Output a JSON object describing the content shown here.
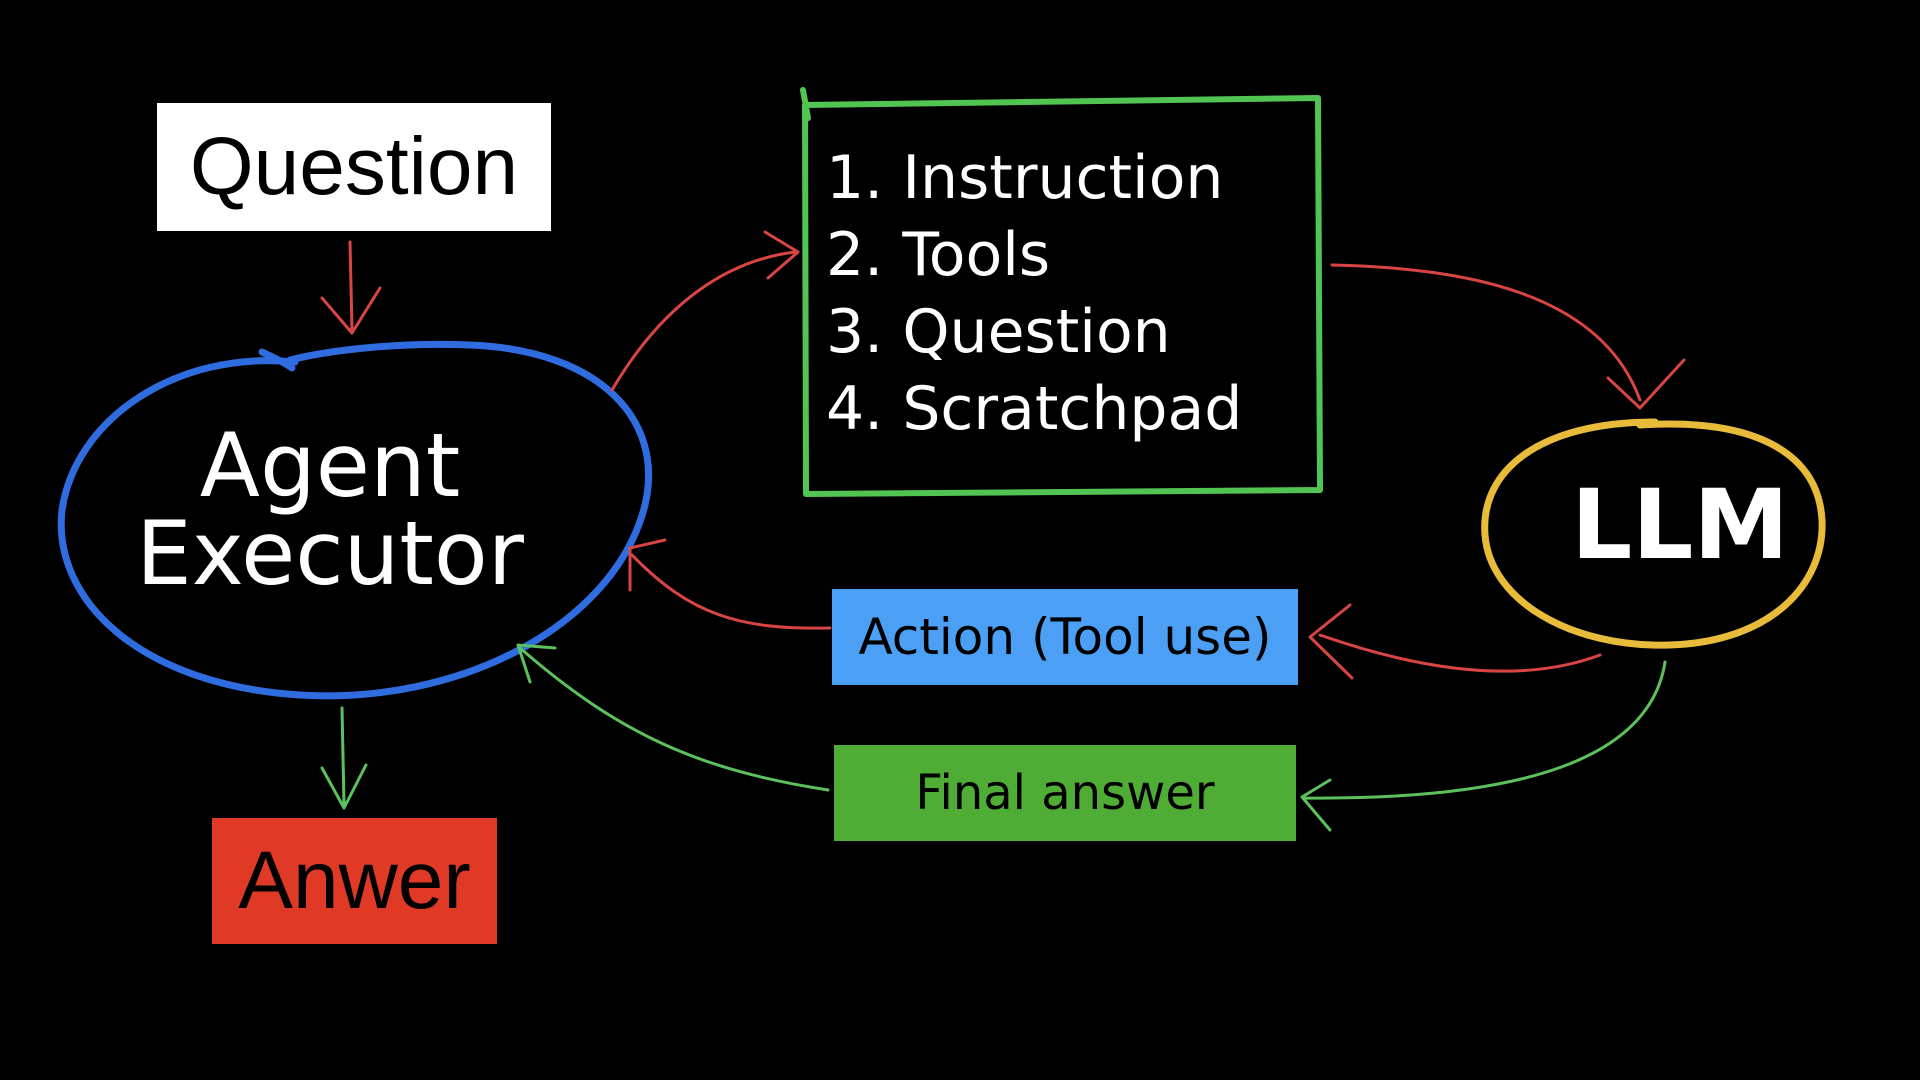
{
  "question_label": "Question",
  "answer_label": "Anwer",
  "agent_executor": {
    "line1": "Agent",
    "line2": "Executor"
  },
  "prompt_items": [
    "1. Instruction",
    "2. Tools",
    "3. Question",
    "4. Scratchpad"
  ],
  "llm_label": "LLM",
  "action_label": "Action (Tool use)",
  "final_answer_label": "Final answer",
  "colors": {
    "background": "#000000",
    "question_fill": "#ffffff",
    "answer_fill": "#e03a26",
    "action_fill": "#4b9ff5",
    "final_answer_fill": "#4fad36",
    "agent_outline": "#2f6ce0",
    "prompt_outline": "#52c452",
    "llm_outline": "#e8bb3a",
    "red_arrow": "#d94545",
    "green_arrow": "#5cc05c"
  }
}
